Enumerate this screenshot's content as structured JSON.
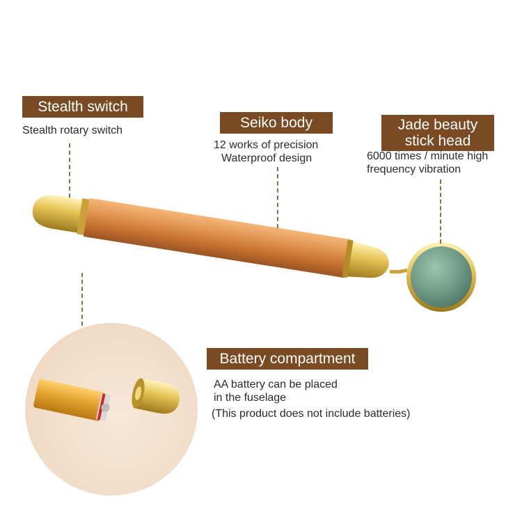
{
  "colors": {
    "label_bg": "#7a4a22",
    "label_text": "#ffffff",
    "caption_text": "#2b2b2b",
    "body_orange": "#d98a45",
    "gold": "#d9b248",
    "jade": "#6f9a86"
  },
  "labels": {
    "stealth_switch": {
      "title": "Stealth switch",
      "caption": "Stealth rotary switch"
    },
    "seiko_body": {
      "title": "Seiko body",
      "caption_line1": "12 works of precision",
      "caption_line2": "Waterproof design"
    },
    "jade_head": {
      "title_line1": "Jade beauty",
      "title_line2": "stick head",
      "caption_line1": "6000 times / minute high",
      "caption_line2": "frequency vibration"
    },
    "battery": {
      "title": "Battery compartment",
      "caption_line1": "AA battery can be placed",
      "caption_line2": "in the fuselage",
      "note": "(This product does not include batteries)"
    }
  }
}
